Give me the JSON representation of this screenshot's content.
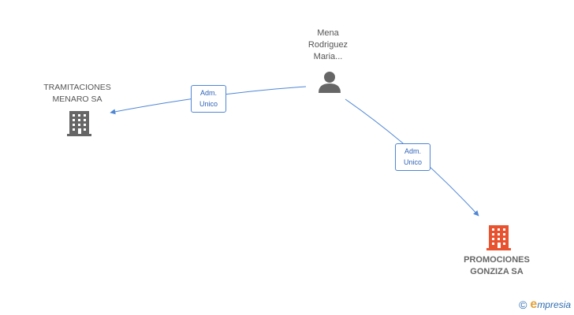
{
  "nodes": {
    "person": {
      "lines": [
        "Mena",
        "Rodriguez",
        "Maria..."
      ],
      "icon": "person-icon"
    },
    "company_1": {
      "lines": [
        "TRAMITACIONES",
        "MENARO SA"
      ],
      "icon": "building-icon",
      "color": "#666666"
    },
    "company_2": {
      "lines": [
        "PROMOCIONES",
        "GONZIZA SA"
      ],
      "icon": "building-icon",
      "color": "#e8522f"
    }
  },
  "edges": [
    {
      "from": "person",
      "to": "company_1",
      "label_lines": [
        "Adm.",
        "Unico"
      ]
    },
    {
      "from": "person",
      "to": "company_2",
      "label_lines": [
        "Adm.",
        "Unico"
      ]
    }
  ],
  "colors": {
    "edge": "#4f86d6",
    "person_icon": "#666666"
  },
  "footer": {
    "copyright_symbol": "©",
    "brand_initial": "e",
    "brand_rest": "mpresia"
  }
}
